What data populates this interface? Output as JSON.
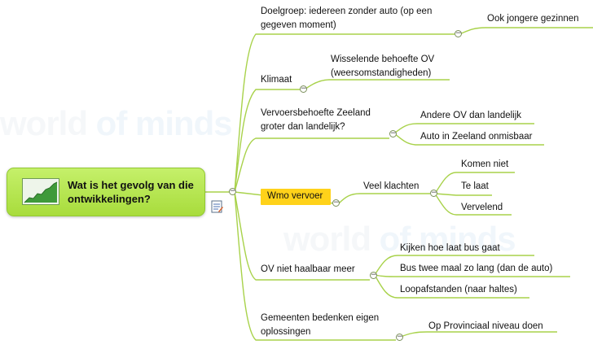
{
  "colors": {
    "central_fill": "#b5e550",
    "branch_line": "#a8d24a",
    "highlight": "#ffd21a"
  },
  "watermark": {
    "part1": "world ",
    "part2": "of minds"
  },
  "central": {
    "text": "Wat is het gevolg van die ontwikkelingen?",
    "icon": "chart-thumbnail-icon"
  },
  "topics": {
    "doelgroep": {
      "line1": "Doelgroep: iedereen zonder auto (op een",
      "line2": "gegeven moment)"
    },
    "jongere": "Ook jongere gezinnen",
    "klimaat": "Klimaat",
    "wisselende": {
      "line1": "Wisselende behoefte OV",
      "line2": "(weersomstandigheden)"
    },
    "vervoersbehoefte": {
      "line1": "Vervoersbehoefte Zeeland",
      "line2": "groter dan landelijk?"
    },
    "andere_ov": "Andere OV dan landelijk",
    "auto_zeeland": "Auto in Zeeland onmisbaar",
    "wmo": "Wmo vervoer",
    "klachten": "Veel klachten",
    "komen_niet": "Komen niet",
    "te_laat": "Te laat",
    "vervelend": "Vervelend",
    "ov_niet": "OV niet haalbaar meer",
    "kijken": "Kijken hoe laat bus gaat",
    "bus_twee": "Bus twee maal zo lang (dan de auto)",
    "loopafstanden": "Loopafstanden (naar haltes)",
    "gemeenten": {
      "line1": "Gemeenten bedenken eigen",
      "line2": "oplossingen"
    },
    "provinciaal": "Op Provinciaal niveau doen"
  },
  "toggle_symbol": "−"
}
